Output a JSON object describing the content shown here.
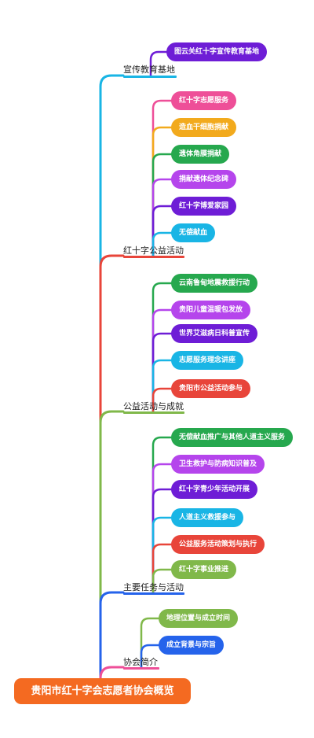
{
  "root": {
    "title": "贵阳市红十字会志愿者协会概览",
    "color": "#f46a21"
  },
  "branches": [
    {
      "label": "宣传教育基地",
      "color": "#19b5e5",
      "children": [
        {
          "label": "图云关红十字宣传教育基地",
          "color": "#6e1dd6"
        }
      ]
    },
    {
      "label": "红十字公益活动",
      "color": "#e8453a",
      "children": [
        {
          "label": "红十字志愿服务",
          "color": "#ee4f98"
        },
        {
          "label": "造血干细胞捐献",
          "color": "#f2aa1d"
        },
        {
          "label": "遗体角膜捐献",
          "color": "#26a84e"
        },
        {
          "label": "捐献遗体纪念碑",
          "color": "#b545ec"
        },
        {
          "label": "红十字博爱家园",
          "color": "#6e1dd6"
        },
        {
          "label": "无偿献血",
          "color": "#19b5e5"
        }
      ]
    },
    {
      "label": "公益活动与成就",
      "color": "#80b84a",
      "children": [
        {
          "label": "云南鲁甸地震救援行动",
          "color": "#26a84e"
        },
        {
          "label": "贵阳儿童温暖包发放",
          "color": "#b545ec"
        },
        {
          "label": "世界艾滋病日科普宣传",
          "color": "#6e1dd6"
        },
        {
          "label": "志愿服务理念讲座",
          "color": "#19b5e5"
        },
        {
          "label": "贵阳市公益活动参与",
          "color": "#e8453a"
        }
      ]
    },
    {
      "label": "主要任务与活动",
      "color": "#2563eb",
      "children": [
        {
          "label": "无偿献血推广与其他人道主义服务",
          "color": "#26a84e"
        },
        {
          "label": "卫生救护与防病知识普及",
          "color": "#b545ec"
        },
        {
          "label": "红十字青少年活动开展",
          "color": "#6e1dd6"
        },
        {
          "label": "人道主义救援参与",
          "color": "#19b5e5"
        },
        {
          "label": "公益服务活动策划与执行",
          "color": "#e8453a"
        },
        {
          "label": "红十字事业推进",
          "color": "#80b84a"
        }
      ]
    },
    {
      "label": "协会简介",
      "color": "#ee4f98",
      "children": [
        {
          "label": "地理位置与成立时间",
          "color": "#80b84a"
        },
        {
          "label": "成立背景与宗旨",
          "color": "#2563eb"
        }
      ]
    }
  ]
}
